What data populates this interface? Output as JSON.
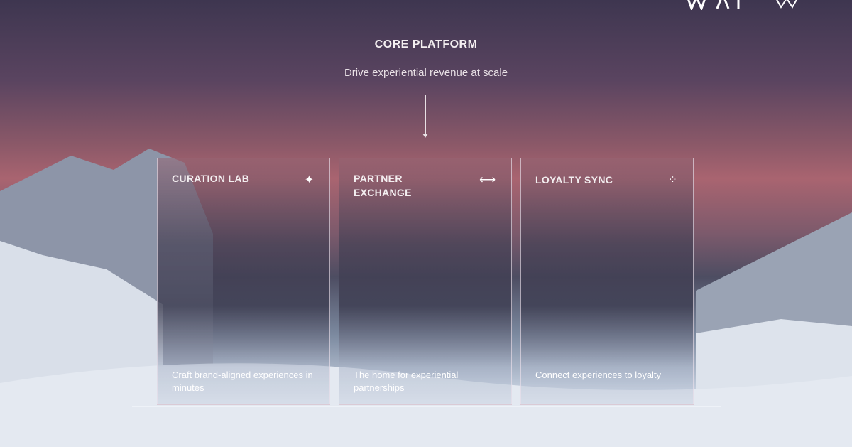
{
  "header": {
    "title": "CORE PLATFORM",
    "subtitle": "Drive experiential revenue at scale"
  },
  "cards": [
    {
      "title": "CURATION LAB",
      "icon": "sparkle-icon",
      "description": "Craft brand-aligned experiences in minutes"
    },
    {
      "title": "PARTNER EXCHANGE",
      "icon": "double-arrow-icon",
      "description": "The home for experiential partnerships"
    },
    {
      "title": "LOYALTY SYNC",
      "icon": "four-dots-icon",
      "description": "Connect experiences to loyalty"
    }
  ]
}
